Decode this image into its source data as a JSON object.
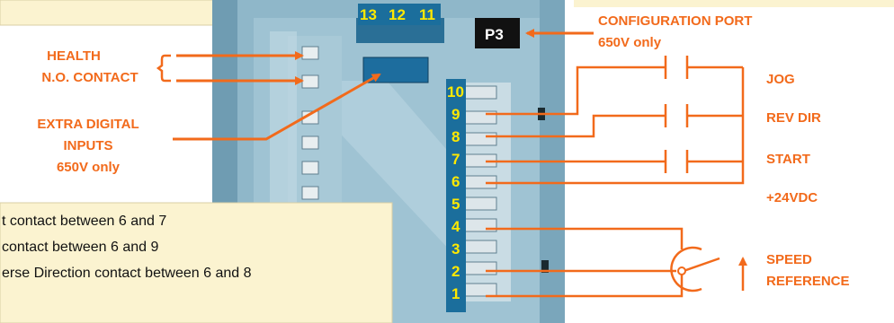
{
  "colors": {
    "accent": "#f26a1b",
    "terminal_numbers": "#ffe800",
    "drive_body": "#8fb7c9",
    "note_box": "#fbf3d0"
  },
  "top_terminals": [
    "13",
    "12",
    "11"
  ],
  "port": {
    "id": "P3",
    "label_line1": "CONFIGURATION PORT",
    "label_line2": "650V only"
  },
  "health": {
    "line1": "HEALTH",
    "line2": "N.O. CONTACT"
  },
  "extra_inputs": {
    "line1": "EXTRA DIGITAL",
    "line2": "INPUTS",
    "line3": "650V only"
  },
  "terminals": [
    "10",
    "9",
    "8",
    "7",
    "6",
    "5",
    "4",
    "3",
    "2",
    "1"
  ],
  "controls": {
    "jog": "JOG",
    "rev_dir": "REV DIR",
    "start": "START",
    "supply": "+24VDC"
  },
  "speed_ref": {
    "line1": "SPEED",
    "line2": "REFERENCE"
  },
  "notes": [
    "t contact between 6 and 7",
    "contact between 6 and 9",
    "erse Direction contact between 6 and 8"
  ]
}
